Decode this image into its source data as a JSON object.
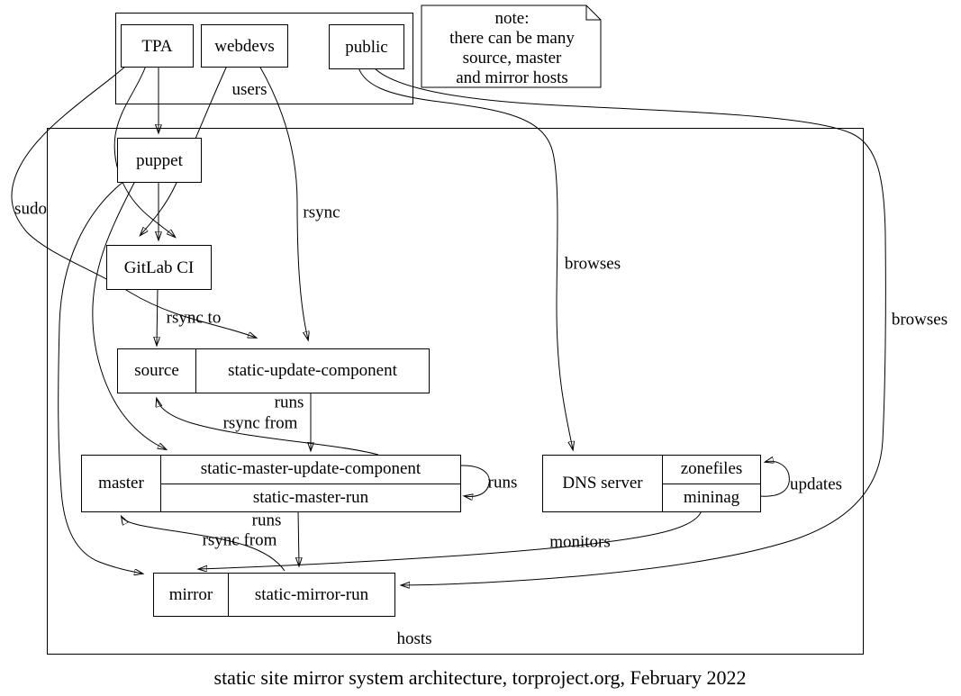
{
  "diagram": {
    "caption": "static site mirror system architecture, torproject.org, February 2022",
    "clusters": {
      "users_label": "users",
      "hosts_label": "hosts"
    },
    "note_lines": [
      "note:",
      "there can be many",
      "source, master",
      "and mirror hosts"
    ],
    "nodes": {
      "tpa": "TPA",
      "webdevs": "webdevs",
      "public": "public",
      "puppet": "puppet",
      "gitlab_ci": "GitLab CI",
      "source_host": "source",
      "source_component": "static-update-component",
      "master_host": "master",
      "master_update": "static-master-update-component",
      "master_run": "static-master-run",
      "dns_host": "DNS server",
      "dns_zonefiles": "zonefiles",
      "dns_mininag": "mininag",
      "mirror_host": "mirror",
      "mirror_run": "static-mirror-run"
    },
    "edge_labels": {
      "sudo": "sudo",
      "rsync": "rsync",
      "rsync_to": "rsync to",
      "browses_dns": "browses",
      "browses_mirror": "browses",
      "runs_update": "runs",
      "rsync_from_source": "rsync from",
      "runs_loop": "runs",
      "runs_mirror": "runs",
      "rsync_from_master": "rsync from",
      "updates": "updates",
      "monitors": "monitors"
    },
    "colors": {
      "stroke": "#000000",
      "background": "#ffffff"
    }
  }
}
